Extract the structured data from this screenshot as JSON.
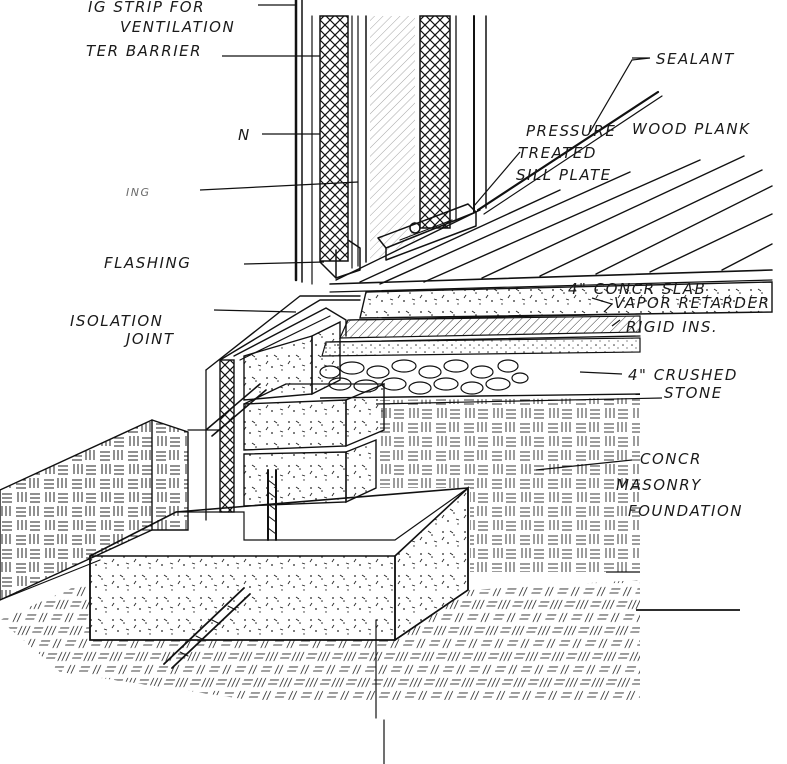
{
  "labels": {
    "furring": "IG STRIP FOR",
    "ventilation": "VENTILATION",
    "water_barrier": "TER BARRIER",
    "cut_n": "N",
    "cut_ing": "ING",
    "flashing": "FLASHING",
    "sealant": "SEALANT",
    "pressure": "PRESSURE",
    "treated": "TREATED",
    "sill_plate": "SILL PLATE",
    "wood_plank": "WOOD PLANK",
    "conc_slab": "4\" CONCR SLAB",
    "vapor": "VAPOR RETARDER",
    "rigid": "RIGID INS.",
    "isolation": "ISOLATION",
    "joint": "JOINT",
    "crushed": "4\" CRUSHED",
    "stone": "STONE",
    "concr": "CONCR",
    "masonry": "MASONRY",
    "foundation": "FOUNDATION"
  },
  "colors": {
    "ink": "#111111",
    "paper": "#ffffff"
  }
}
